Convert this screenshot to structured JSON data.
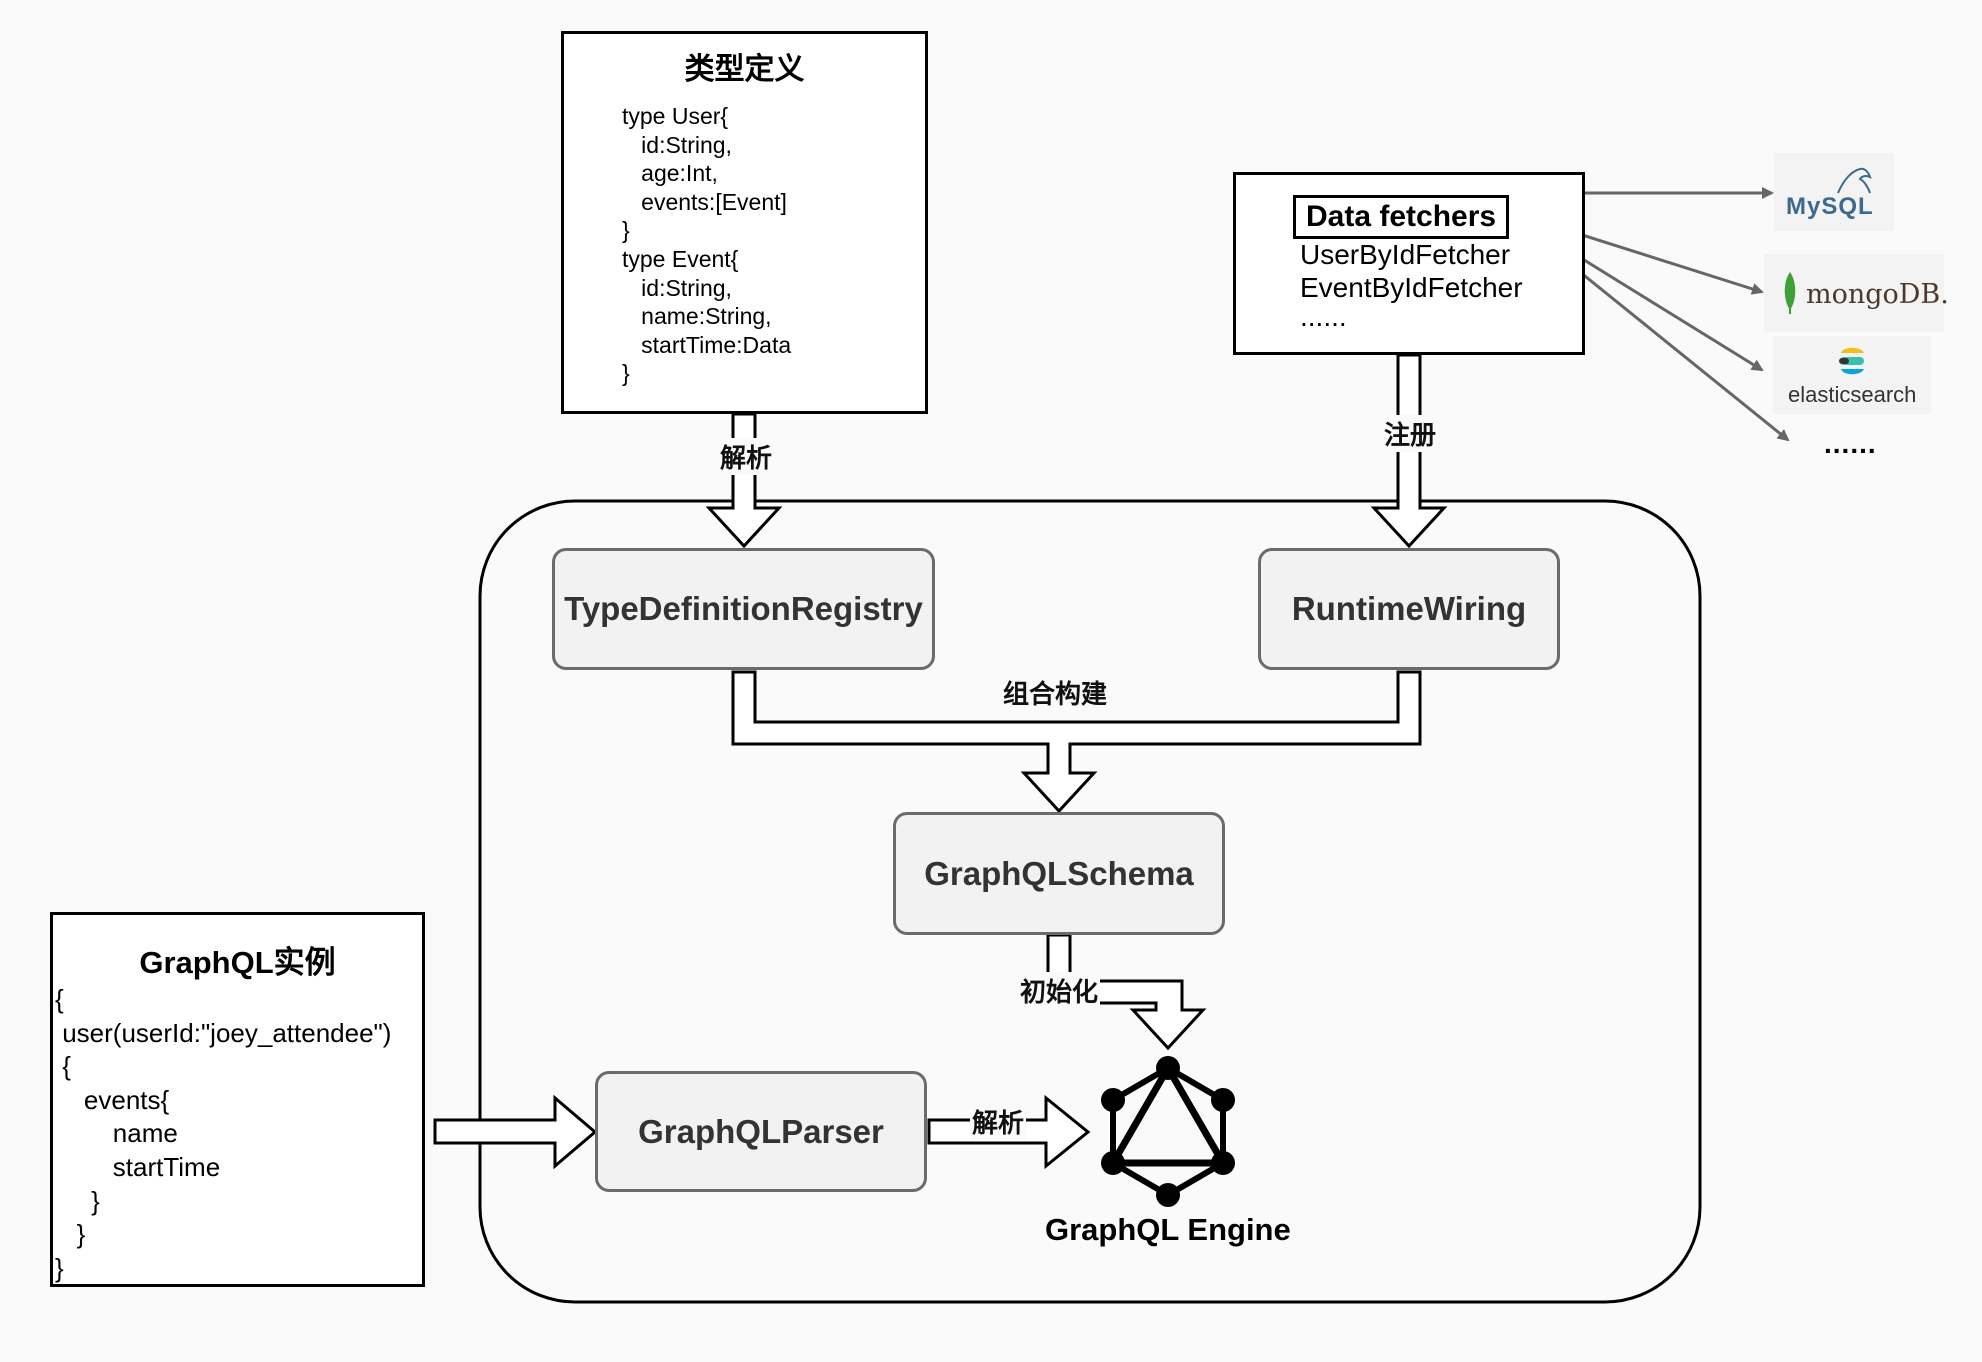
{
  "type_definition_box": {
    "title": "类型定义",
    "code": "type User{\n   id:String,\n   age:Int,\n   events:[Event]\n}\ntype Event{\n   id:String,\n   name:String,\n   startTime:Data\n}"
  },
  "data_fetchers_box": {
    "title": "Data fetchers",
    "items": [
      "UserByIdFetcher",
      "EventByIdFetcher",
      "......"
    ]
  },
  "datasources": {
    "mysql": "MySQL",
    "mongodb": "mongoDB.",
    "elasticsearch": "elasticsearch",
    "more": "......"
  },
  "engine": {
    "type_registry": "TypeDefinitionRegistry",
    "runtime_wiring": "RuntimeWiring",
    "schema": "GraphQLSchema",
    "parser": "GraphQLParser",
    "engine_label": "GraphQL Engine"
  },
  "arrow_labels": {
    "parse_top": "解析",
    "register": "注册",
    "combine_build": "组合构建",
    "initialize": "初始化",
    "parse_bottom": "解析"
  },
  "graphql_instance_box": {
    "title": "GraphQL实例",
    "code": "{\n user(userId:\"joey_attendee\")\n {\n    events{\n        name\n        startTime\n     }\n   }\n}"
  },
  "colors": {
    "stroke": "#000000",
    "component_fill": "#f2f2f2",
    "component_border": "#6b6b6b",
    "connector": "#666666",
    "mongodb_leaf": "#3fa037",
    "mysql_blue": "#3b6a8e"
  }
}
